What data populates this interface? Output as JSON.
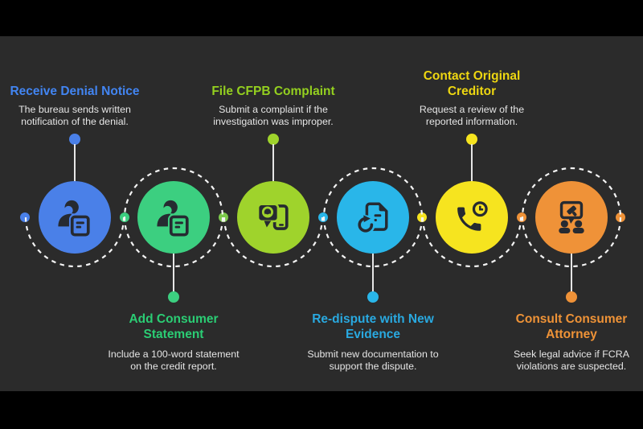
{
  "infographic": {
    "background_color": "#2b2b2b",
    "letterbox_color": "#000000",
    "dashed_ring_color": "#f4f4f4",
    "connector_line_color": "#e6e6e6",
    "description_text_color": "#e5e5e5",
    "steps": [
      {
        "title_lines": [
          "Receive Denial Notice"
        ],
        "description_lines": [
          "The bureau sends written",
          "notification of the denial."
        ],
        "circle_color": "#4a80e8",
        "title_color": "#4285f2",
        "label_position": "top",
        "icon": "person-statement-icon"
      },
      {
        "title_lines": [
          "Add Consumer",
          "Statement"
        ],
        "description_lines": [
          "Include a 100-word statement",
          "on the credit report."
        ],
        "circle_color": "#3ccf80",
        "title_color": "#2bcd74",
        "label_position": "bottom",
        "icon": "person-statement-icon"
      },
      {
        "title_lines": [
          "File CFPB Complaint"
        ],
        "description_lines": [
          "Submit a complaint if the",
          "investigation was improper."
        ],
        "circle_color": "#9fd32c",
        "title_color": "#94d01f",
        "label_position": "top",
        "icon": "complaint-search-phone-icon"
      },
      {
        "title_lines": [
          "Re-dispute with New",
          "Evidence"
        ],
        "description_lines": [
          "Submit new documentation to",
          "support the dispute."
        ],
        "circle_color": "#29b6e9",
        "title_color": "#29a9e0",
        "label_position": "bottom",
        "icon": "redispute-document-icon"
      },
      {
        "title_lines": [
          "Contact Original",
          "Creditor"
        ],
        "description_lines": [
          "Request a review of the",
          "reported information."
        ],
        "circle_color": "#f6e41f",
        "title_color": "#eed711",
        "label_position": "top",
        "icon": "phone-clock-icon"
      },
      {
        "title_lines": [
          "Consult Consumer",
          "Attorney"
        ],
        "description_lines": [
          "Seek legal advice if FCRA",
          "violations are suspected."
        ],
        "circle_color": "#ef9238",
        "title_color": "#ef9337",
        "label_position": "bottom",
        "icon": "attorney-consult-icon"
      }
    ],
    "connector_dots": [
      {
        "color": "#4a80e8"
      },
      {
        "color": "#3ccf80"
      },
      {
        "color": "#7cc94b"
      },
      {
        "color": "#29b6e9"
      },
      {
        "color": "#f6e41f"
      },
      {
        "color": "#ef9238"
      },
      {
        "color": "#ef9238"
      }
    ]
  }
}
